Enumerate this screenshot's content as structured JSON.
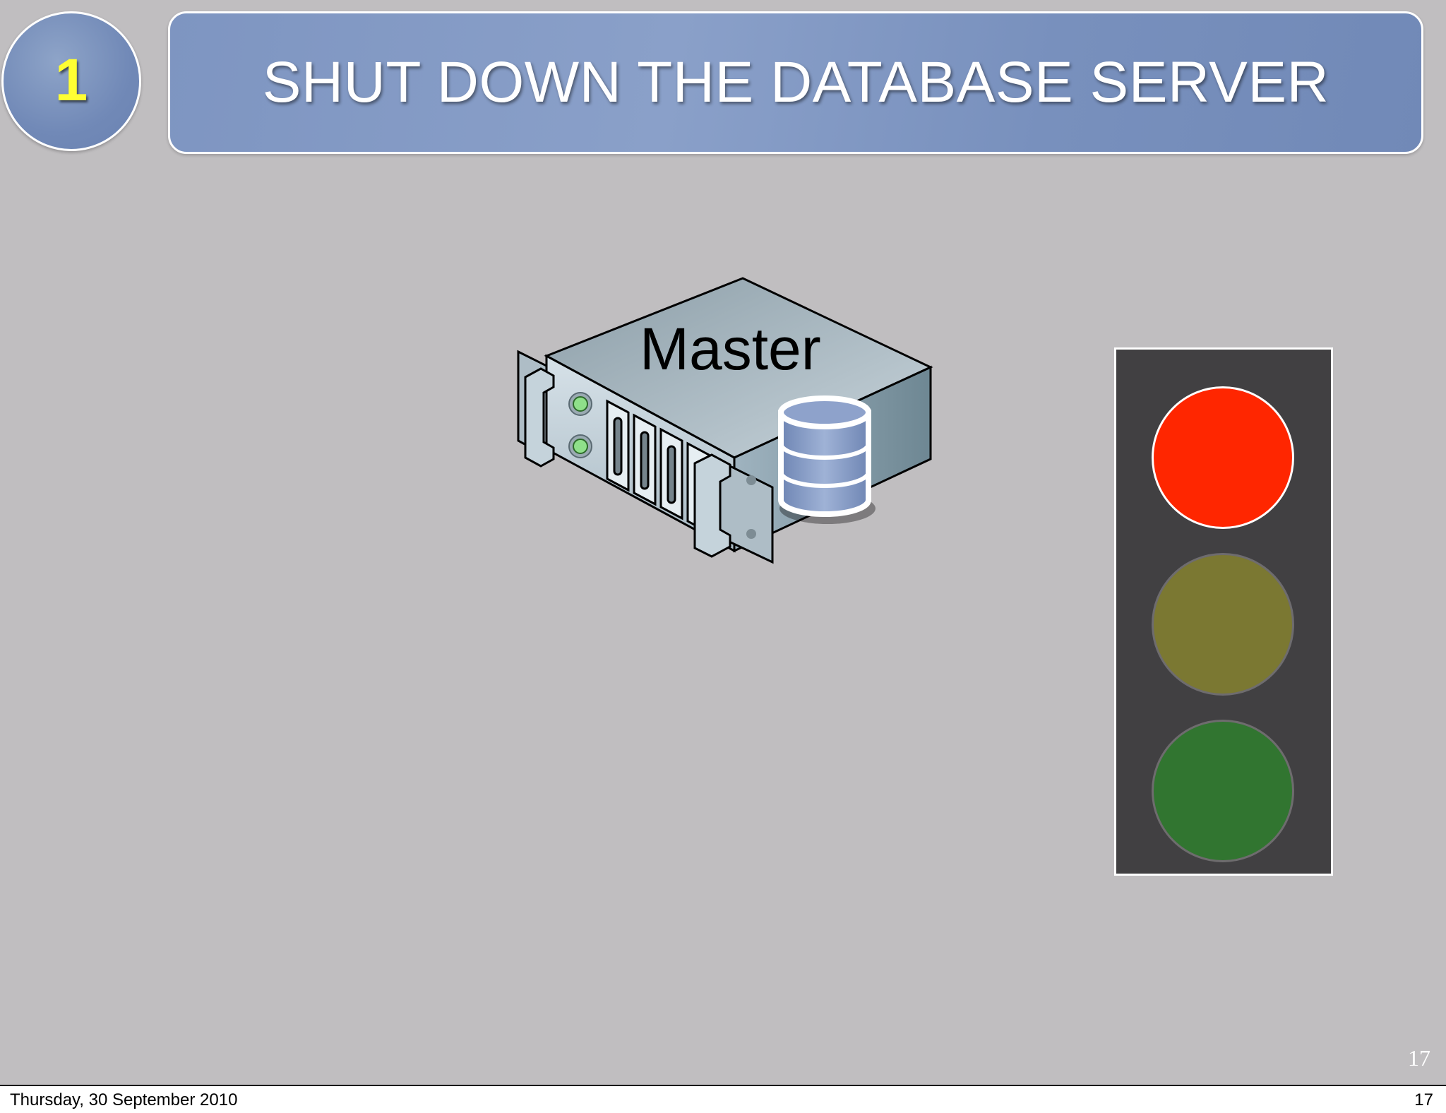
{
  "slide": {
    "step_number": "1",
    "title": "SHUT DOWN THE DATABASE SERVER",
    "server": {
      "label": "Master",
      "icon": "database-server-icon"
    },
    "traffic_light": {
      "active": "red",
      "lamps": [
        {
          "name": "red",
          "color": "#ff2600",
          "lit": true
        },
        {
          "name": "yellow",
          "color": "#7b7832",
          "lit": false
        },
        {
          "name": "green",
          "color": "#317530",
          "lit": false
        }
      ]
    },
    "page_number": "17"
  },
  "footer": {
    "date": "Thursday, 30 September 2010",
    "page": "17"
  },
  "colors": {
    "background": "#c0bec0",
    "title_bar": "#7e95c1",
    "step_number": "#ffff33"
  }
}
